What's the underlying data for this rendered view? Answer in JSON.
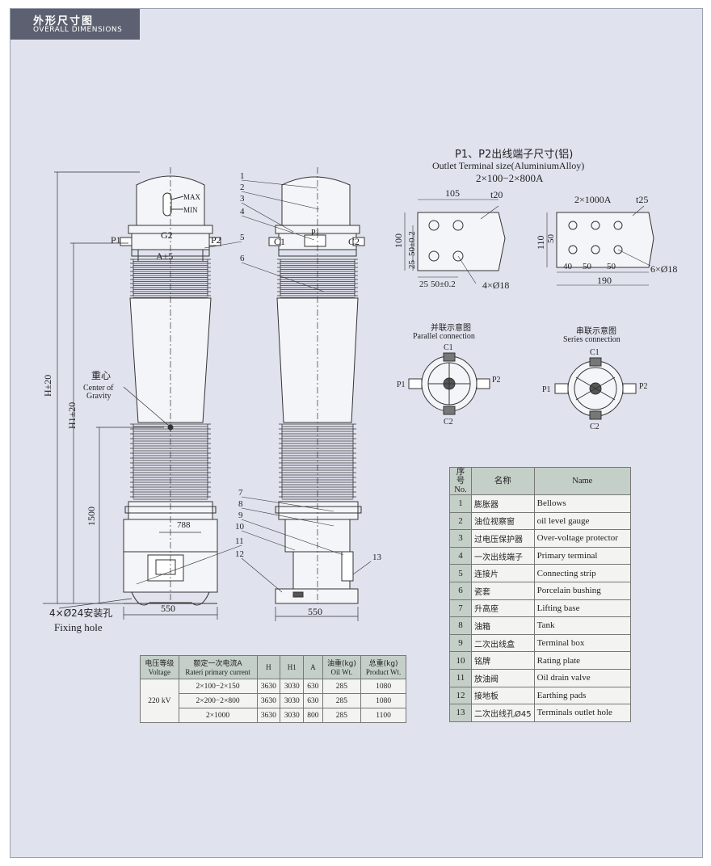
{
  "header": {
    "title_cn": "外形尺寸图",
    "title_en": "OVERALL DIMENSIONS"
  },
  "terminal": {
    "title_cn": "P1、P2出线端子尺寸(铝)",
    "title_en": "Outlet Terminal size(AluminiumAlloy)",
    "rating": "2×100−2×800A",
    "left": {
      "width": "105",
      "thickness": "t20",
      "height": "100",
      "v1": "25",
      "v2": "50±0.2",
      "h1": "25",
      "h2": "50±0.2",
      "holes": "4×Ø18"
    },
    "right": {
      "rating": "2×1000A",
      "thickness": "t25",
      "height": "110",
      "v1": "50",
      "h1": "40",
      "h2": "50",
      "h3": "50",
      "total": "190",
      "holes": "6×Ø18"
    }
  },
  "connections": {
    "parallel_cn": "并联示意图",
    "parallel_en": "Parallel connection",
    "series_cn": "串联示意图",
    "series_en": "Series connection",
    "c1": "C1",
    "c2": "C2",
    "p1": "P1",
    "p2": "P2"
  },
  "front_view": {
    "max": "MAX",
    "min": "MIN",
    "p1": "P1",
    "p2": "P2",
    "g2": "G2",
    "a": "A±5",
    "h": "H±20",
    "h1": "H1±20",
    "cog_cn": "重心",
    "cog_en1": "Center of",
    "cog_en2": "Gravity",
    "dim_1500": "1500",
    "dim_788": "788",
    "dim_550": "550",
    "fix_cn": "4×Ø24安装孔",
    "fix_en": "Fixing hole"
  },
  "side_view": {
    "c1": "C1",
    "c2": "C2",
    "p1": "P1",
    "dim_550": "550",
    "callouts": [
      "1",
      "2",
      "3",
      "4",
      "5",
      "6",
      "7",
      "8",
      "9",
      "10",
      "11",
      "12",
      "13"
    ]
  },
  "parts_table": {
    "headers": {
      "no_cn": "序号",
      "no_en": "No.",
      "name_cn": "名称",
      "name_en": "Name"
    },
    "rows": [
      {
        "no": "1",
        "cn": "膨胀器",
        "en": "Bellows"
      },
      {
        "no": "2",
        "cn": "油位视察窗",
        "en": "oil level gauge"
      },
      {
        "no": "3",
        "cn": "过电压保护器",
        "en": "Over-voltage protector"
      },
      {
        "no": "4",
        "cn": "一次出线端子",
        "en": "Primary terminal"
      },
      {
        "no": "5",
        "cn": "连接片",
        "en": "Connecting strip"
      },
      {
        "no": "6",
        "cn": "瓷套",
        "en": "Porcelain bushing"
      },
      {
        "no": "7",
        "cn": "升高座",
        "en": "Lifting base"
      },
      {
        "no": "8",
        "cn": "油箱",
        "en": "Tank"
      },
      {
        "no": "9",
        "cn": "二次出线盒",
        "en": "Terminal box"
      },
      {
        "no": "10",
        "cn": "铭牌",
        "en": "Rating plate"
      },
      {
        "no": "11",
        "cn": "放油阀",
        "en": "Oil drain valve"
      },
      {
        "no": "12",
        "cn": "接地板",
        "en": "Earthing pads"
      },
      {
        "no": "13",
        "cn": "二次出线孔Ø45",
        "en": "Terminals outlet hole"
      }
    ]
  },
  "rating_table": {
    "headers": {
      "voltage_cn": "电压等级",
      "voltage_en": "Voltage",
      "current_cn": "额定一次电流A",
      "current_en": "Rateri primary current",
      "h": "H",
      "h1": "H1",
      "a": "A",
      "oil_cn": "油重(kg)",
      "oil_en": "Oil Wt.",
      "prod_cn": "总重(kg)",
      "prod_en": "Product Wt."
    },
    "voltage": "220 kV",
    "rows": [
      {
        "current": "2×100−2×150",
        "h": "3630",
        "h1": "3030",
        "a": "630",
        "oil": "285",
        "product": "1080"
      },
      {
        "current": "2×200−2×800",
        "h": "3630",
        "h1": "3030",
        "a": "630",
        "oil": "285",
        "product": "1080"
      },
      {
        "current": "2×1000",
        "h": "3630",
        "h1": "3030",
        "a": "800",
        "oil": "285",
        "product": "1100"
      }
    ]
  }
}
